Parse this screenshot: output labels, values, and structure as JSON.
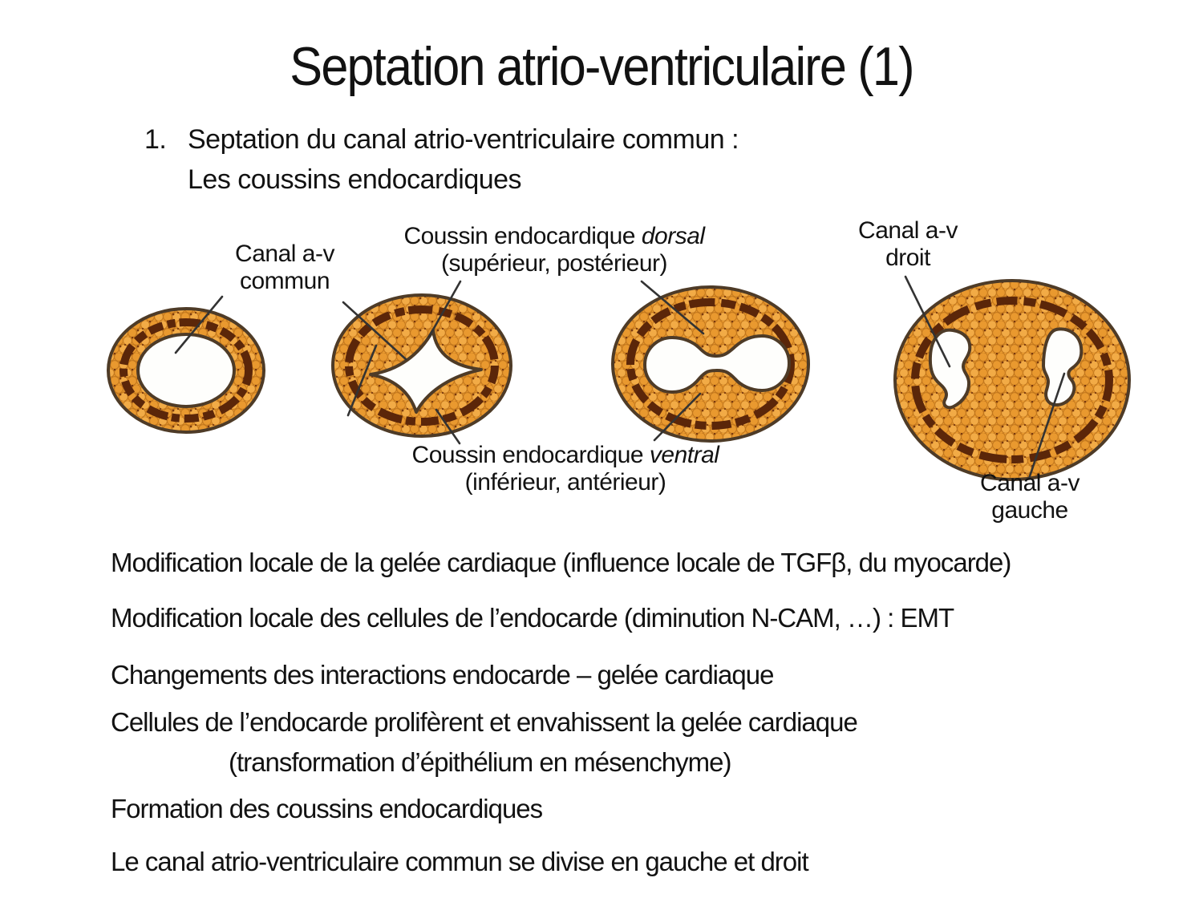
{
  "slide": {
    "title": "Septation atrio-ventriculaire (1)",
    "list_item": {
      "number": "1.",
      "line1": "Septation du canal atrio-ventriculaire commun :",
      "line2": "Les coussins endocardiques"
    },
    "figure": {
      "labels": {
        "canal_commun": {
          "line1": "Canal a-v",
          "line2": "commun"
        },
        "coussin_dorsal": {
          "prefix": "Coussin endocardique ",
          "emphasis": "dorsal",
          "line2": "(supérieur, postérieur)"
        },
        "canal_droit": {
          "line1": "Canal a-v",
          "line2": "droit"
        },
        "coussin_ventral": {
          "prefix": "Coussin endocardique ",
          "emphasis": "ventral",
          "line2": "(inférieur, antérieur)"
        },
        "canal_gauche": {
          "line1": "Canal a-v",
          "line2": "gauche"
        }
      }
    },
    "paragraphs": [
      "Modification locale de la gelée cardiaque (influence locale de TGFβ, du myocarde)",
      "Modification locale des cellules de l’endocarde (diminution N-CAM, …) : EMT",
      "Changements des interactions endocarde – gelée cardiaque",
      "Cellules de l’endocarde prolifèrent et envahissent la gelée cardiaque",
      "(transformation d’épithélium en mésenchyme)",
      "Formation des coussins endocardiques",
      "Le canal atrio-ventriculaire commun se divise en gauche et droit"
    ],
    "colors": {
      "background": "#FFFFFF",
      "text": "#121212",
      "myocardium": "#E9992F",
      "myocardium_light": "#F2AB46",
      "cell_edge": "#C1761C",
      "speckle": "#7A3A0E",
      "cardiac_jelly": "#5B2609",
      "tissue_outline": "#4E3B27",
      "lumen": "#FEFEFC",
      "leader_line": "#333333"
    }
  }
}
